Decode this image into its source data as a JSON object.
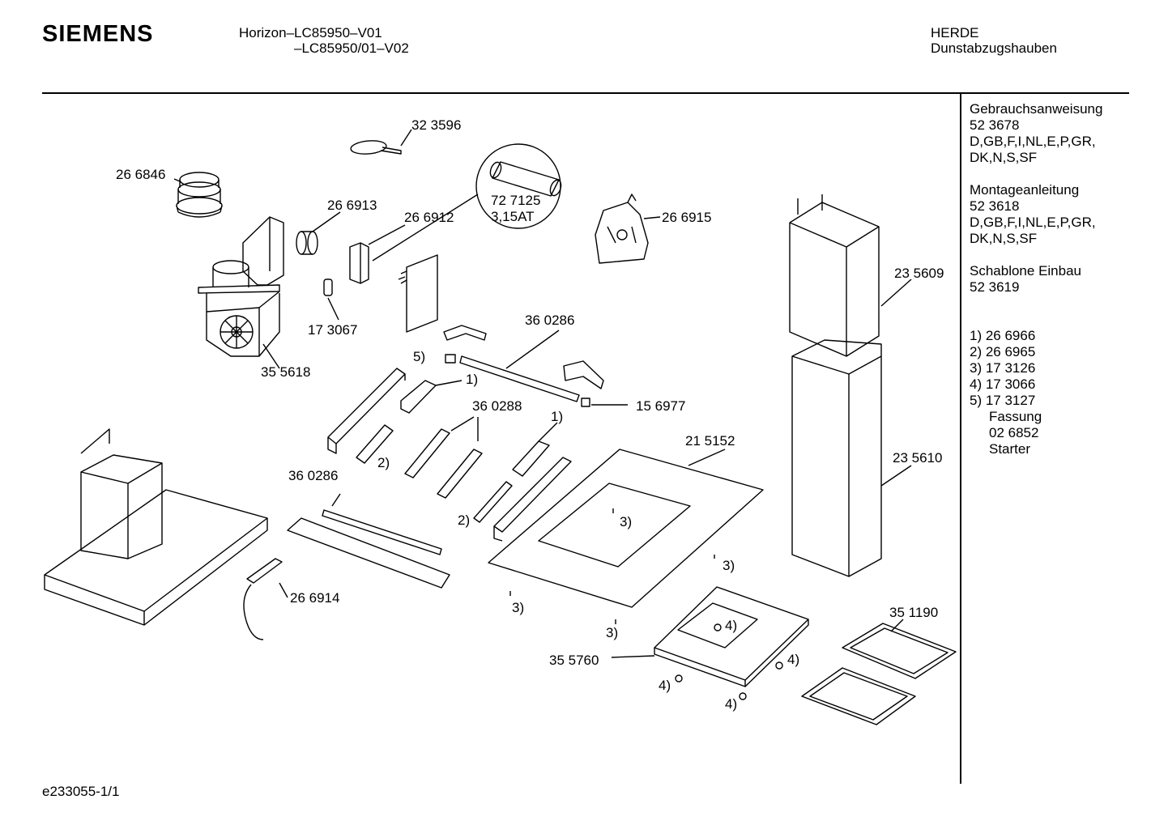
{
  "brand": "SIEMENS",
  "model": {
    "line1": "Horizon–LC85950–V01",
    "line2": "–LC85950/01–V02"
  },
  "category": {
    "line1": "HERDE",
    "line2": "Dunstabzugshauben"
  },
  "sidebar": {
    "docs": [
      {
        "title": "Gebrauchsanweisung",
        "number": "52 3678",
        "lang1": "D,GB,F,I,NL,E,P,GR,",
        "lang2": "DK,N,S,SF"
      },
      {
        "title": "Montageanleitung",
        "number": "52 3618",
        "lang1": "D,GB,F,I,NL,E,P,GR,",
        "lang2": "DK,N,S,SF"
      },
      {
        "title": "Schablone Einbau",
        "number": "52 3619"
      }
    ],
    "notes": [
      "1) 26 6966",
      "2) 26 6965",
      "3) 17 3126",
      "4) 17 3066",
      "5) 17 3127"
    ],
    "note_extra": [
      "Fassung",
      "02 6852",
      "Starter"
    ]
  },
  "labels": {
    "p323596": "32 3596",
    "p266846": "26 6846",
    "p266913": "26 6913",
    "p266912": "26 6912",
    "p727125": "72 7125",
    "fuse": "3,15AT",
    "p266915": "26 6915",
    "p235609": "23 5609",
    "p173067": "17 3067",
    "p355618": "35 5618",
    "p360286a": "36 0286",
    "p156977": "15 6977",
    "p360288": "36 0288",
    "p215152": "21 5152",
    "p235610": "23 5610",
    "p360286b": "36 0286",
    "p266914": "26 6914",
    "p351190": "35 1190",
    "p355760": "35 5760",
    "n1": "1)",
    "n2": "2)",
    "n3": "3)",
    "n4": "4)",
    "n5": "5)"
  },
  "footer": "e233055-1/1"
}
